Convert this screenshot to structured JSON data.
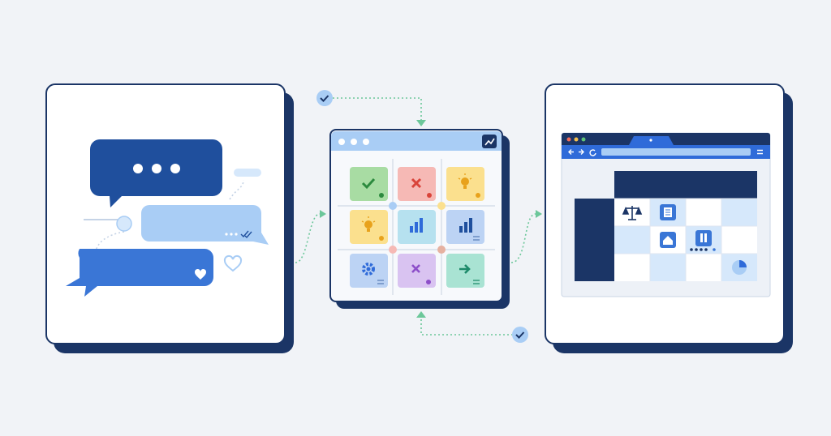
{
  "colors": {
    "background": "#f1f3f7",
    "navy": "#1b3566",
    "primary_blue": "#2f6bd9",
    "light_blue": "#a9cdf5",
    "pale_blue": "#d6e8fb",
    "connector_green": "#6cc79a",
    "tile_green": "#a8dca3",
    "tile_red": "#f6b9b5",
    "tile_yellow": "#fbe08e",
    "tile_cyan": "#b6e1ef",
    "tile_blue": "#bcd3f4",
    "tile_purple": "#d9c3f1",
    "tile_teal": "#a9e3d3"
  },
  "chat_panel": {
    "bubbles": [
      {
        "name": "typing-bubble",
        "content": "typing-dots-icon"
      },
      {
        "name": "reply-bubble",
        "content": "double-check-icon"
      },
      {
        "name": "message-bubble",
        "content": "heart-icon"
      }
    ]
  },
  "grid_panel": {
    "window_icon": "trend-chart-icon",
    "tiles": [
      {
        "name": "tile-check",
        "icon": "check-icon",
        "color": "green"
      },
      {
        "name": "tile-cross",
        "icon": "x-icon",
        "color": "red"
      },
      {
        "name": "tile-bulb",
        "icon": "lightbulb-icon",
        "color": "yellow"
      },
      {
        "name": "tile-bulb-2",
        "icon": "lightbulb-icon",
        "color": "yellow"
      },
      {
        "name": "tile-bar-chart",
        "icon": "bar-chart-icon",
        "color": "cyan"
      },
      {
        "name": "tile-bar-chart-2",
        "icon": "bar-chart-icon",
        "color": "blue"
      },
      {
        "name": "tile-gear",
        "icon": "gear-icon",
        "color": "blue"
      },
      {
        "name": "tile-cross-2",
        "icon": "x-icon",
        "color": "purple"
      },
      {
        "name": "tile-arrow",
        "icon": "arrow-right-icon",
        "color": "teal"
      }
    ]
  },
  "browser_panel": {
    "nav_icons": [
      "back-arrow-icon",
      "forward-arrow-icon",
      "refresh-icon",
      "menu-icon"
    ],
    "cell_icons": [
      "scale-icon",
      "document-icon",
      "house-icon",
      "pause-icon",
      "pie-chart-icon"
    ]
  },
  "connectors": [
    "check-badge-icon",
    "check-badge-icon"
  ]
}
